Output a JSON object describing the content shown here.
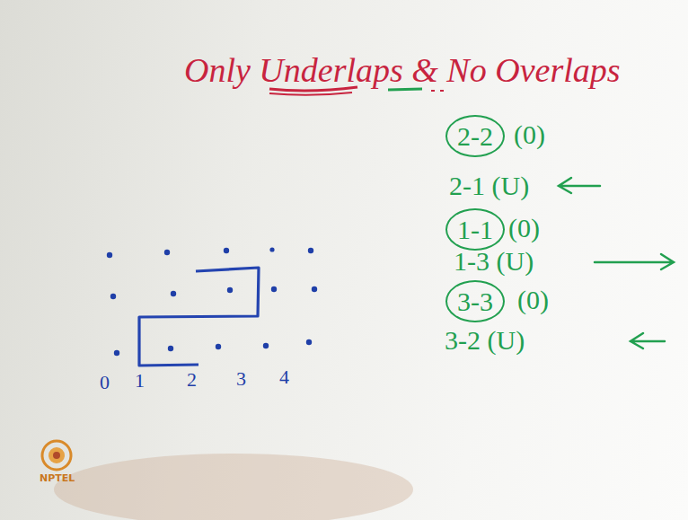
{
  "diagram": {
    "title": "Only Underlaps & No Overlaps",
    "nodes": [
      {
        "text": [
          "2-2"
        ]
      },
      {
        "text": [
          "1-1"
        ]
      },
      {
        "text": [
          "3-3"
        ]
      }
    ],
    "labels": [
      "(0)",
      "2-1 (U)",
      "(0)",
      "1-3 (U)",
      "(0)",
      "3-2 (U)",
      "0",
      "1",
      "2",
      "3",
      "4",
      "NPTEL"
    ]
  }
}
